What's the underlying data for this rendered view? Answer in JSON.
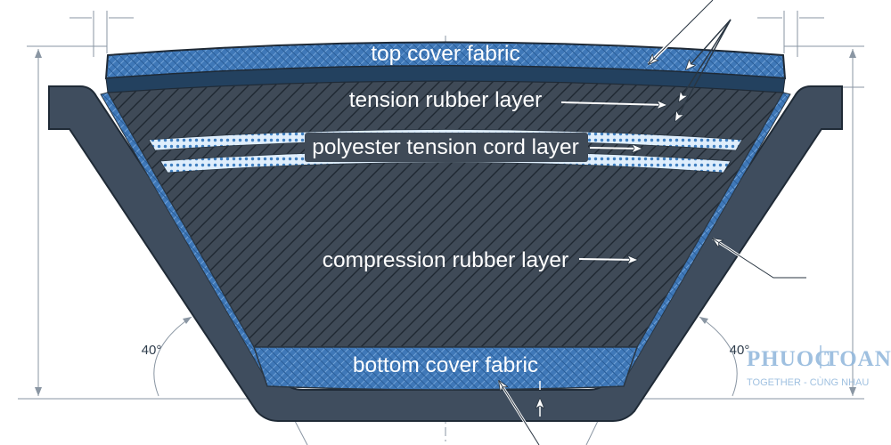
{
  "labels": {
    "top_cover": "top cover fabric",
    "tension_rubber": "tension rubber layer",
    "cord_layer": "polyester tension cord layer",
    "compression_rubber": "compression rubber layer",
    "bottom_cover": "bottom cover fabric"
  },
  "angles": {
    "left": "40°",
    "right": "40°"
  },
  "watermark": {
    "brand_left": "PHUOC",
    "brand_right": "TOAN",
    "tagline": "TOGETHER - CÙNG NHAU"
  },
  "colors": {
    "pulley_groove": "#3f4d5e",
    "pulley_outline": "#1f2a36",
    "cover_fabric": "#3f78b8",
    "rubber": "#3f4a57",
    "cord_band": "#dfeefc",
    "cord_dots": "#3f7fc0",
    "dimension_lines": "#8a96a3",
    "watermark": "#8fb6db"
  }
}
